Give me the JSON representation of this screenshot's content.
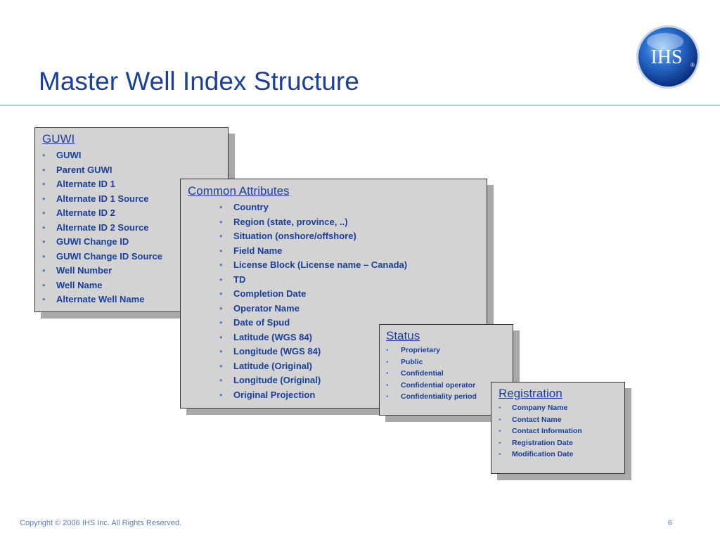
{
  "slide": {
    "title": "Master Well Index Structure",
    "logo_text": "IHS",
    "logo_mark": "®",
    "footer": {
      "copyright": "Copyright © 2006 IHS Inc. All Rights Reserved.",
      "page_number": "6"
    }
  },
  "colors": {
    "title": "#1a3f9c",
    "box_fill": "#d3d3d3",
    "box_shadow": "#a9a9a9",
    "rule": "#5b8fc0"
  },
  "boxes": {
    "guwi": {
      "title": "GUWI",
      "items": [
        "GUWI",
        "Parent GUWI",
        "Alternate ID 1",
        "Alternate ID 1 Source",
        "Alternate ID 2",
        "Alternate ID 2 Source",
        "GUWI Change ID",
        "GUWI Change ID Source",
        "Well Number",
        "Well Name",
        "Alternate Well Name"
      ]
    },
    "common": {
      "title": "Common Attributes",
      "items": [
        "Country",
        "Region (state, province, ..)",
        "Situation (onshore/offshore)",
        "Field Name",
        "License Block (License name – Canada)",
        "TD",
        "Completion Date",
        "Operator Name",
        "Date of Spud",
        "Latitude (WGS 84)",
        "Longitude (WGS 84)",
        "Latitude (Original)",
        "Longitude (Original)",
        "Original Projection"
      ]
    },
    "status": {
      "title": "Status",
      "items": [
        "Proprietary",
        "Public",
        "Confidential",
        "Confidential operator",
        "Confidentiality period"
      ]
    },
    "registration": {
      "title": "Registration",
      "items": [
        "Company Name",
        "Contact Name",
        "Contact Information",
        "Registration Date",
        "Modification Date"
      ]
    }
  }
}
